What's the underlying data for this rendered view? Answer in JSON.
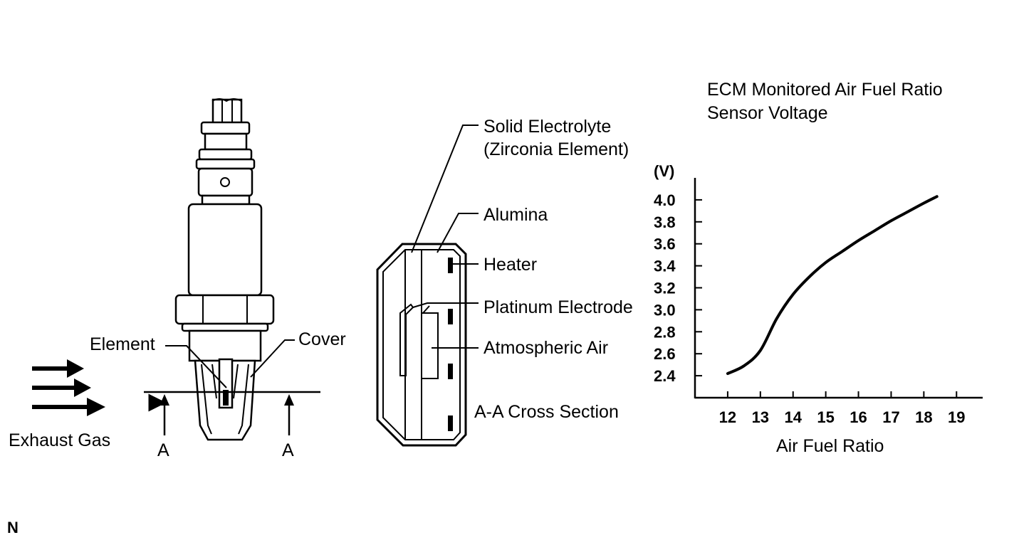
{
  "sensor": {
    "element_label": "Element",
    "cover_label": "Cover",
    "exhaust_label": "Exhaust Gas",
    "section_mark_left": "A",
    "section_mark_right": "A"
  },
  "cross_section": {
    "solid_electrolyte_line1": "Solid Electrolyte",
    "solid_electrolyte_line2": "(Zirconia Element)",
    "alumina": "Alumina",
    "heater": "Heater",
    "platinum_electrode": "Platinum Electrode",
    "atmospheric_air": "Atmospheric Air",
    "caption": "A-A Cross Section"
  },
  "corner_mark": "N",
  "chart_data": {
    "type": "line",
    "title_line1": "ECM Monitored Air Fuel Ratio",
    "title_line2": "Sensor Voltage",
    "xlabel": "Air Fuel Ratio",
    "ylabel": "(V)",
    "x_ticks": [
      "12",
      "13",
      "14",
      "15",
      "16",
      "17",
      "18",
      "19"
    ],
    "y_ticks": [
      "2.4",
      "2.6",
      "2.8",
      "3.0",
      "3.2",
      "3.4",
      "3.6",
      "3.8",
      "4.0"
    ],
    "xlim": [
      11.0,
      19.8
    ],
    "ylim": [
      2.2,
      4.2
    ],
    "grid": false,
    "series": [
      {
        "x": [
          12.0,
          12.5,
          13.0,
          13.5,
          14.0,
          14.5,
          15.0,
          15.5,
          16.0,
          16.5,
          17.0,
          17.5,
          18.0,
          18.4
        ],
        "y": [
          2.42,
          2.49,
          2.63,
          2.92,
          3.14,
          3.3,
          3.43,
          3.53,
          3.63,
          3.72,
          3.81,
          3.89,
          3.97,
          4.03
        ]
      }
    ]
  }
}
